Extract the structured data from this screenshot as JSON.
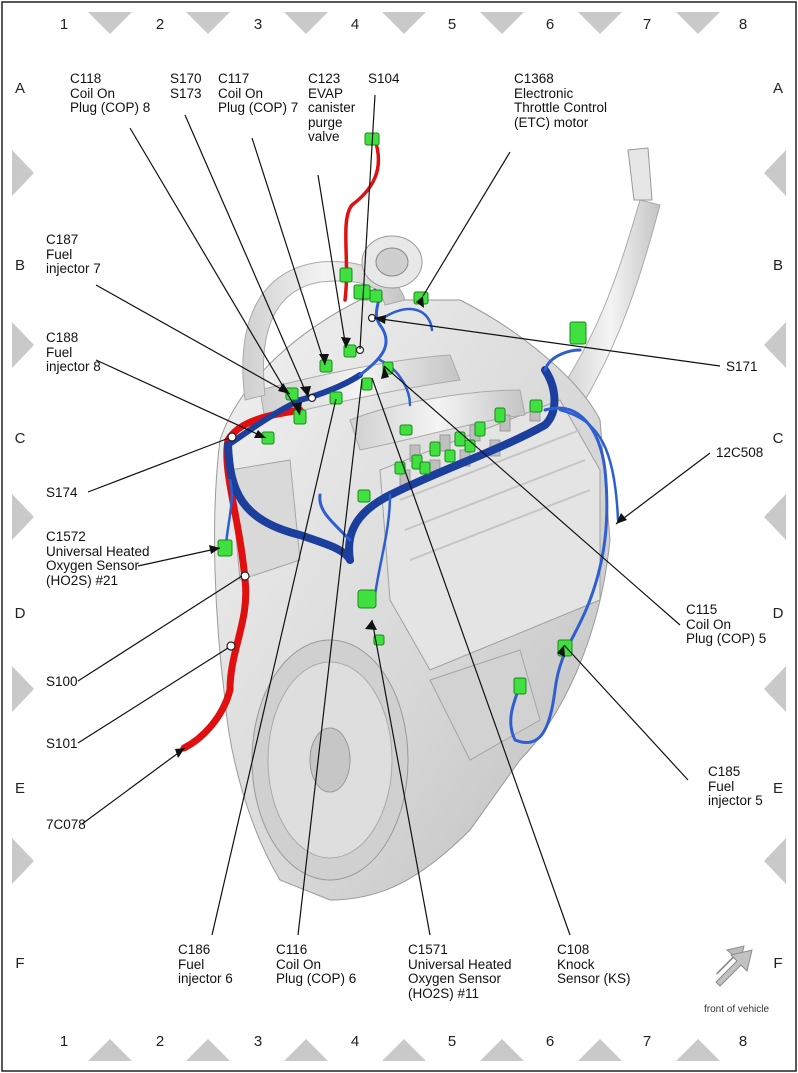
{
  "grid": {
    "columns": [
      "1",
      "2",
      "3",
      "4",
      "5",
      "6",
      "7",
      "8"
    ],
    "rows": [
      "A",
      "B",
      "C",
      "D",
      "E",
      "F"
    ]
  },
  "labels": {
    "c118": "C118\nCoil On\nPlug (COP) 8",
    "s170": "S170\nS173",
    "c117": "C117\nCoil On\nPlug (COP) 7",
    "c123": "C123\nEVAP\ncanister\npurge\nvalve",
    "s104": "S104",
    "c1368": "C1368\nElectronic\nThrottle Control\n(ETC) motor",
    "c187": "C187\nFuel\ninjector 7",
    "c188": "C188\nFuel\ninjector 8",
    "s171": "S171",
    "c12c508": "12C508",
    "s174": "S174",
    "c1572": "C1572\nUniversal Heated\nOxygen Sensor\n(HO2S) #21",
    "c115": "C115\nCoil On\nPlug (COP) 5",
    "s100": "S100",
    "s101": "S101",
    "c185": "C185\nFuel\ninjector 5",
    "c7c078": "7C078",
    "c186": "C186\nFuel\ninjector 6",
    "c116": "C116\nCoil On\nPlug (COP) 6",
    "c1571": "C1571\nUniversal Heated\nOxygen Sensor\n(HO2S) #11",
    "c108": "C108\nKnock\nSensor (KS)"
  },
  "orientation": {
    "label": "front of vehicle",
    "icon": "arrow-up-right-icon"
  },
  "colors": {
    "harness_main": "#1c3f9e",
    "harness_branch": "#2e5fd0",
    "harness_red": "#e01010",
    "connector": "#3fe03f",
    "engine": "#d8d8d8",
    "border_triangle": "#c9c9c9"
  }
}
